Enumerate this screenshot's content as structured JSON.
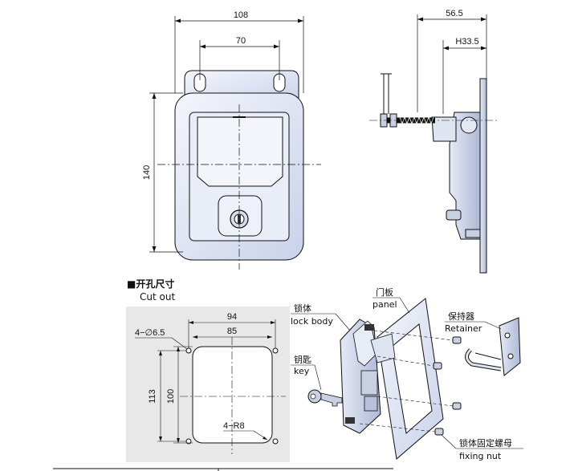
{
  "front_view": {
    "width_overall": "108",
    "width_inner": "70",
    "height_overall": "140"
  },
  "side_view": {
    "depth": "56.5",
    "handle_depth": "H33.5"
  },
  "cutout": {
    "title_cn": "■开孔尺寸",
    "title_en": "Cut out",
    "width_outer": "94",
    "width_inner": "85",
    "height_outer": "113",
    "height_inner": "100",
    "hole_spec": "4−∅6.5",
    "corner_radius": "4−R8"
  },
  "exploded": {
    "panel_cn": "门板",
    "panel_en": "panel",
    "lock_body_cn": "锁体",
    "lock_body_en": "lock body",
    "retainer_cn": "保持器",
    "retainer_en": "Retainer",
    "key_cn": "钥匙",
    "key_en": "key",
    "nut_cn": "锁体固定螺母",
    "nut_en": "fixing nut"
  },
  "colors": {
    "metal_fill": "#dde3f2",
    "cutout_bg": "#e8e8e8",
    "line": "#111111"
  }
}
